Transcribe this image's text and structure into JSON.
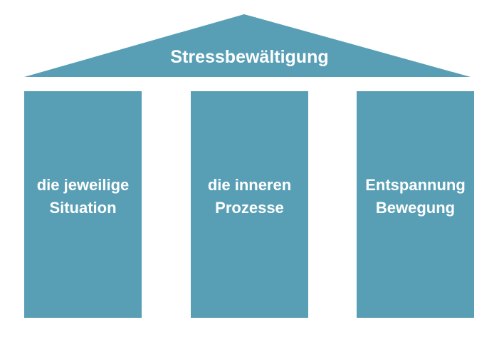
{
  "colors": {
    "primary": "#589fb6",
    "background": "#ffffff",
    "text": "#ffffff"
  },
  "roof": {
    "title": "Stressbewältigung"
  },
  "pillars": [
    {
      "label": "die jeweilige\nSituation"
    },
    {
      "label": "die inneren\nProzesse"
    },
    {
      "label": "Entspannung\nBewegung"
    }
  ]
}
